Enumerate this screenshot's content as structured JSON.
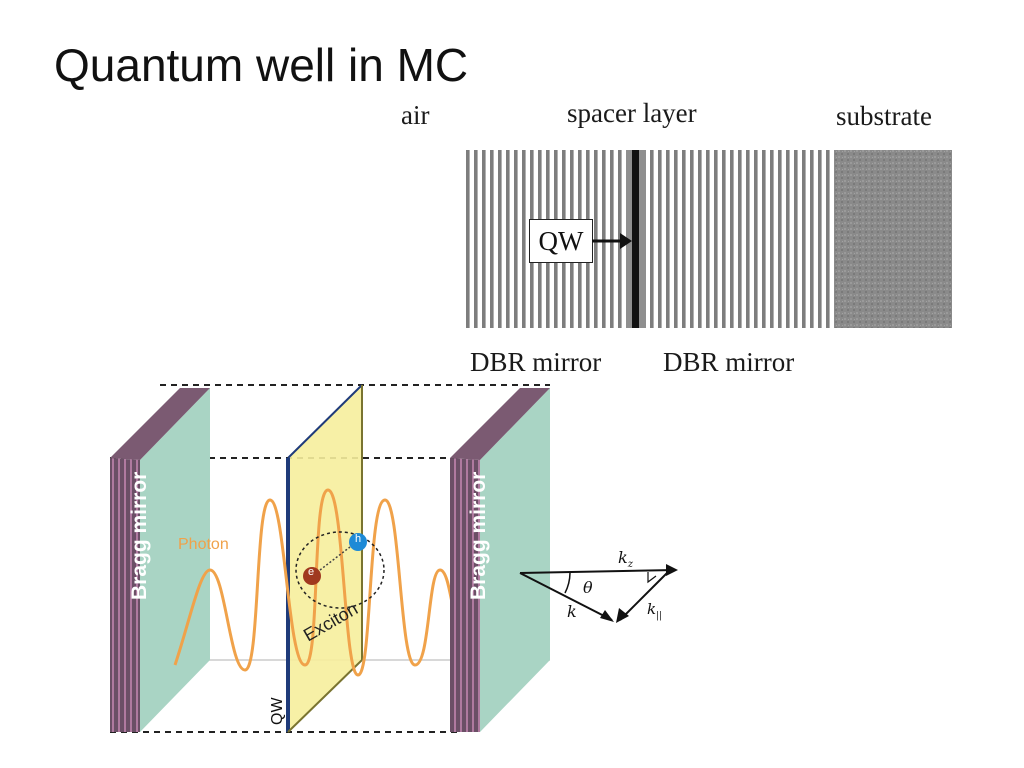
{
  "slide": {
    "title": "Quantum well in MC"
  },
  "microcavity_schematic": {
    "label_air": "air",
    "label_spacer": "spacer layer",
    "label_substrate": "substrate",
    "label_qw": "QW",
    "label_dbr_left": "DBR mirror",
    "label_dbr_right": "DBR mirror"
  },
  "cavity_3d": {
    "left_mirror_label": "Bragg mirror",
    "right_mirror_label": "Bragg mirror",
    "photon_label": "Photon",
    "exciton_label": "Exciton",
    "qw_label": "QW",
    "electron_label": "e",
    "hole_label": "h",
    "k_label": "k",
    "kz_label": "k",
    "kz_sub": "z",
    "kpar_label": "k",
    "kpar_sub": "||",
    "theta_label": "θ"
  },
  "colors": {
    "mirror_face": "#a9d4c4",
    "mirror_edge": "#6b4f66",
    "qw_plane": "#f6ee9c",
    "qw_edge": "#1f3b7a",
    "photon": "#f0a24a",
    "electron": "#a0391f",
    "hole": "#1e8ad6"
  }
}
